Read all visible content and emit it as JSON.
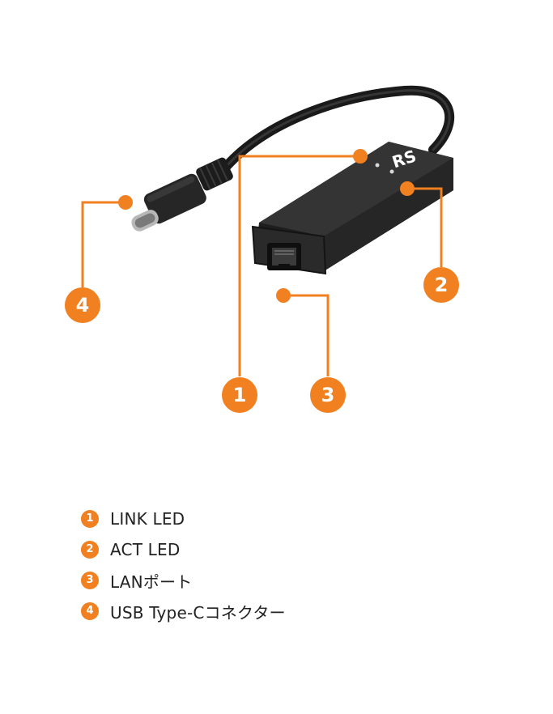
{
  "colors": {
    "accent": "#f08020",
    "device_body": "#2b2b2b",
    "text": "#222222"
  },
  "logo": {
    "text": "RS"
  },
  "callouts": [
    {
      "number": "1"
    },
    {
      "number": "2"
    },
    {
      "number": "3"
    },
    {
      "number": "4"
    }
  ],
  "legend": [
    {
      "number": "1",
      "label": "LINK LED"
    },
    {
      "number": "2",
      "label": "ACT LED"
    },
    {
      "number": "3",
      "label": "LANポート"
    },
    {
      "number": "4",
      "label": "USB Type-Cコネクター"
    }
  ]
}
